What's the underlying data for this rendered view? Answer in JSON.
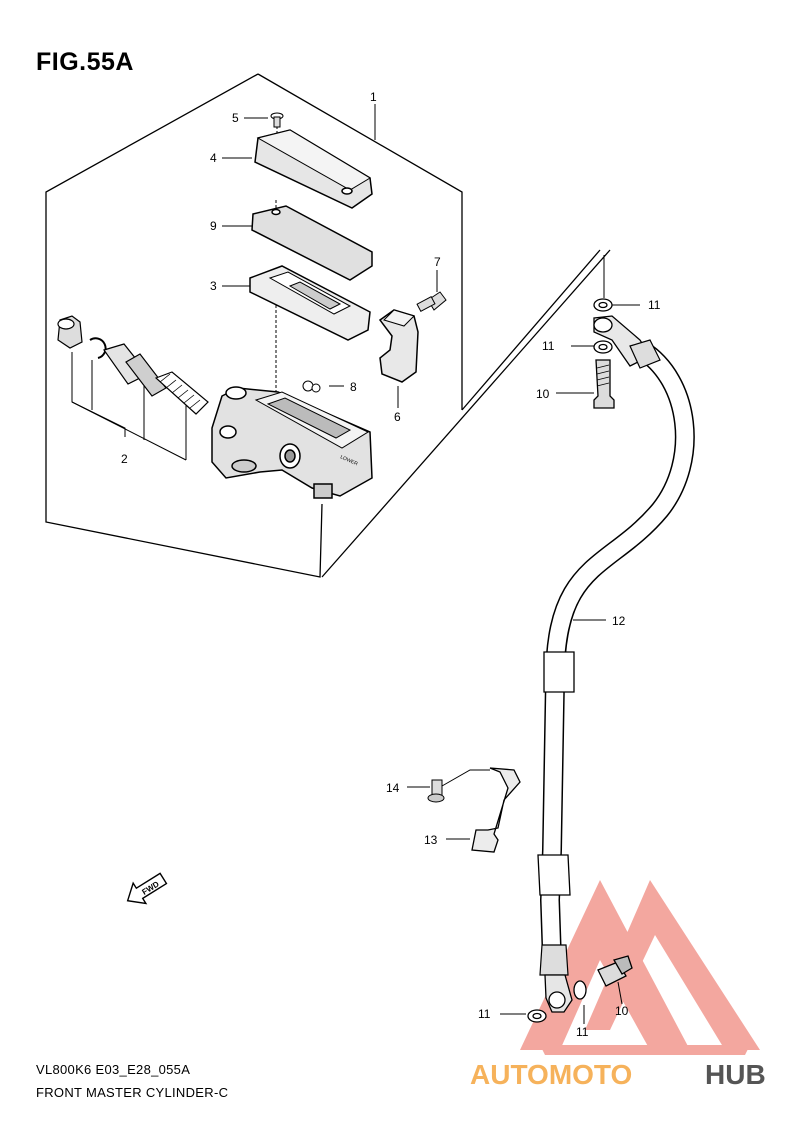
{
  "figure": {
    "title": "FIG.55A",
    "code": "VL800K6 E03_E28_055A",
    "name": "FRONT MASTER CYLINDER-C"
  },
  "callouts": {
    "c1": "1",
    "c2": "2",
    "c3": "3",
    "c4": "4",
    "c5": "5",
    "c6": "6",
    "c7": "7",
    "c8": "8",
    "c9": "9",
    "c10a": "10",
    "c10b": "10",
    "c11a": "11",
    "c11b": "11",
    "c11c": "11",
    "c11d": "11",
    "c12": "12",
    "c13": "13",
    "c14": "14"
  },
  "part_marks": {
    "fwd": "FWD",
    "lower": "LOWER"
  },
  "watermark": {
    "part1": "AUTOMOTO",
    "part2": "HUB"
  },
  "colors": {
    "line": "#000000",
    "watermark_red": "#f08a80",
    "watermark_orange": "#f6b25b",
    "watermark_dark": "#555555"
  }
}
